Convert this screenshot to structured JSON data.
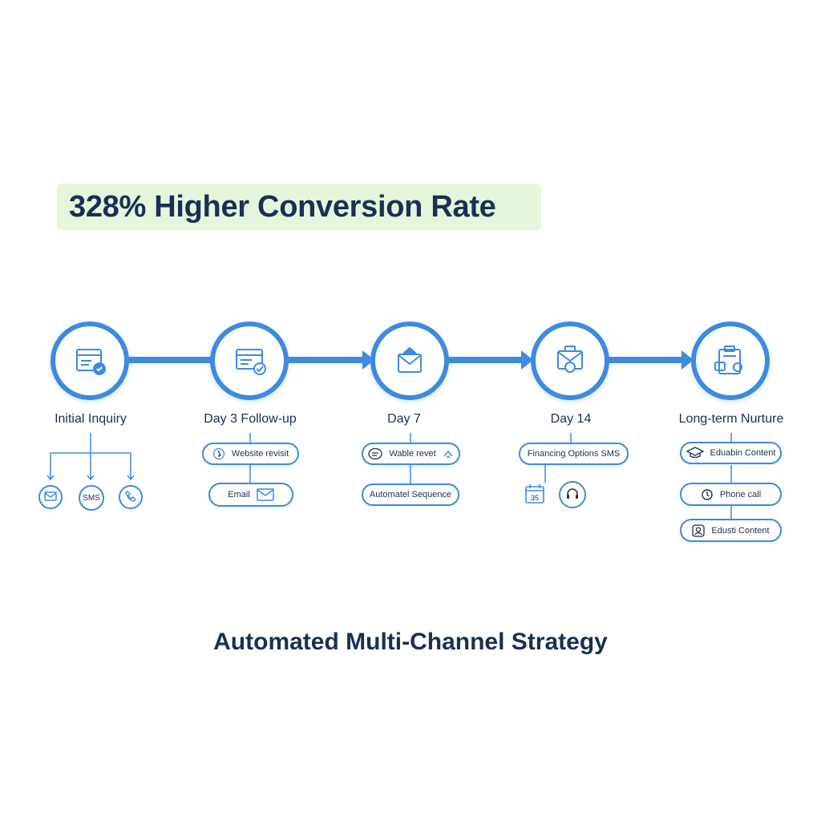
{
  "headline": "328% Higher Conversion Rate",
  "footer_title": "Automated Multi-Channel Strategy",
  "colors": {
    "accent": "#3e8be0",
    "text": "#1b2f52",
    "highlight": "#e5f6dc"
  },
  "steps": [
    {
      "label": "Initial Inquiry",
      "icon": "browser-shield-icon"
    },
    {
      "label": "Day 3 Follow-up",
      "icon": "browser-check-icon"
    },
    {
      "label": "Day 7",
      "icon": "envelope-icon"
    },
    {
      "label": "Day 14",
      "icon": "envelope-person-icon"
    },
    {
      "label": "Long-term Nurture",
      "icon": "clipboard-settings-icon"
    }
  ],
  "initial_channels": [
    {
      "label": "",
      "icon": "envelope-icon"
    },
    {
      "label": "SMS",
      "icon": ""
    },
    {
      "label": "",
      "icon": "phone-icon"
    }
  ],
  "day3_actions": [
    {
      "label": "Website revisit",
      "icon": "cursor-icon"
    },
    {
      "label": "Email",
      "icon": "envelope-icon"
    }
  ],
  "day7_actions": [
    {
      "label": "Wable revet",
      "icon": "chat-icon"
    },
    {
      "label": "Automatel Sequence",
      "icon": ""
    }
  ],
  "day14_actions": [
    {
      "label": "Financing Options SMS",
      "icon": ""
    }
  ],
  "day14_icons": [
    {
      "label": "",
      "icon": "calendar-icon"
    },
    {
      "label": "",
      "icon": "headset-icon"
    }
  ],
  "nurture_actions": [
    {
      "label": "Eduabin Content",
      "icon": "graduation-cap-icon"
    },
    {
      "label": "Phone call",
      "icon": "clock-icon"
    },
    {
      "label": "Edusti Content",
      "icon": "person-icon"
    }
  ]
}
